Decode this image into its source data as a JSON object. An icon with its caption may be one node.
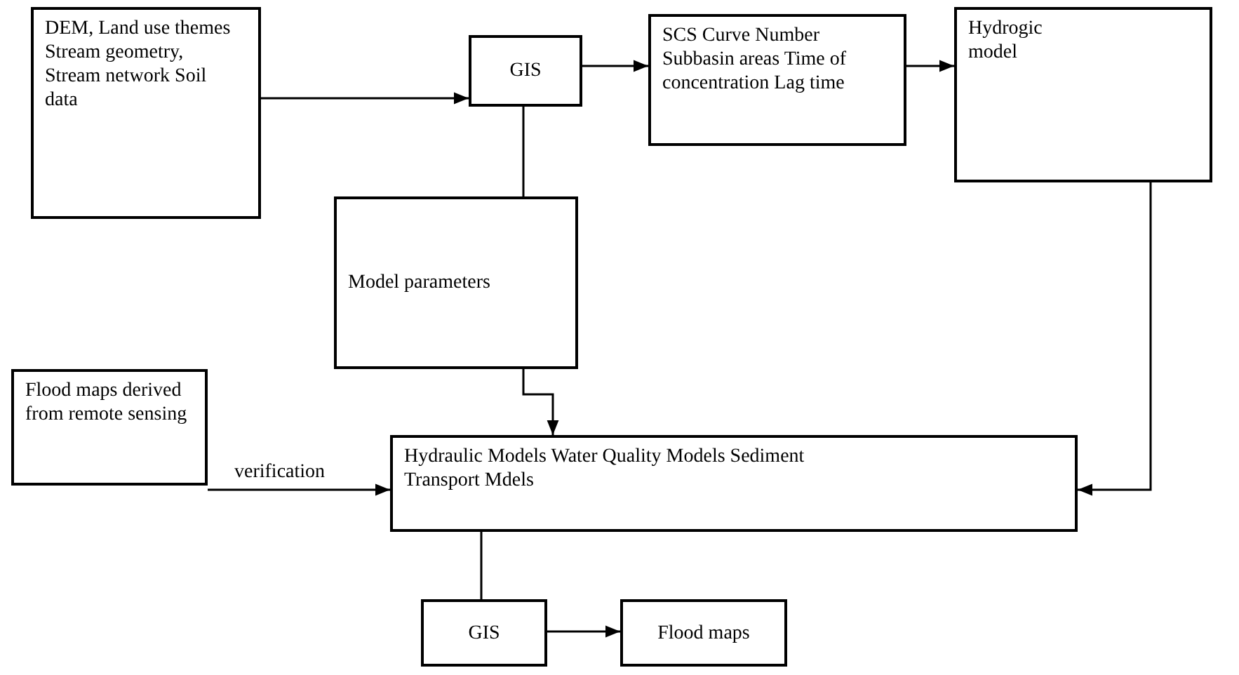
{
  "diagram": {
    "nodes": [
      {
        "text": [
          "DEM, Land use themes Stream geometry, Stream network Soil data"
        ]
      },
      {
        "text": [
          "GIS"
        ]
      },
      {
        "text": [
          "SCS Curve Number Subbasin areas Time of concentration Lag time"
        ]
      },
      {
        "text": [
          "Hydrogic model"
        ]
      },
      {
        "text": [
          "Model parameters"
        ]
      },
      {
        "text": [
          "Flood maps derived from remote sensing"
        ]
      },
      {
        "text": [
          "Hydraulic Models Water Quality Models Sediment Transport Mdels"
        ]
      },
      {
        "text": [
          "GIS"
        ]
      },
      {
        "text": [
          "Flood maps"
        ]
      }
    ],
    "edges": [
      {
        "from": 0,
        "to": 1,
        "arrow": "to"
      },
      {
        "from": 1,
        "to": 2,
        "arrow": "to"
      },
      {
        "from": 2,
        "to": 3,
        "arrow": "to"
      },
      {
        "from": 1,
        "to": 4,
        "arrow": "none"
      },
      {
        "from": 4,
        "to": 6,
        "arrow": "to"
      },
      {
        "from": 3,
        "to": 6,
        "arrow": "to"
      },
      {
        "from": 5,
        "to": 6,
        "arrow": "to",
        "label": "verification"
      },
      {
        "from": 6,
        "to": 7,
        "arrow": "none"
      },
      {
        "from": 7,
        "to": 8,
        "arrow": "to"
      }
    ]
  }
}
